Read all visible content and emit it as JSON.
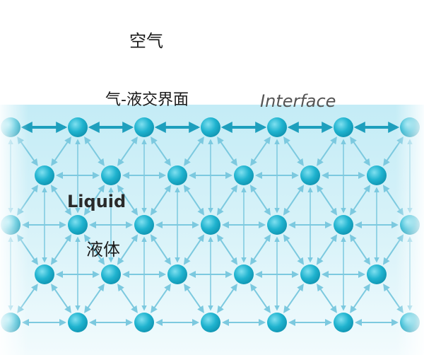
{
  "labels": {
    "air": "空气",
    "interface_cn": "气-液交界面",
    "interface_en": "Interface",
    "liquid_en": "Liquid",
    "liquid_cn": "液体"
  },
  "colors": {
    "liquid_top": "#c9eef7",
    "liquid_bottom": "#eefafd",
    "molecule": "#1fb3cf",
    "molecule_highlight": "#7fe0f0",
    "surface_arrow": "#1e9fbd",
    "inner_arrow": "#7cc9df"
  },
  "icons": {
    "molecule": "circle-molecule-icon",
    "surface_bond": "double-arrow-icon",
    "inner_bond": "double-arrow-icon"
  }
}
